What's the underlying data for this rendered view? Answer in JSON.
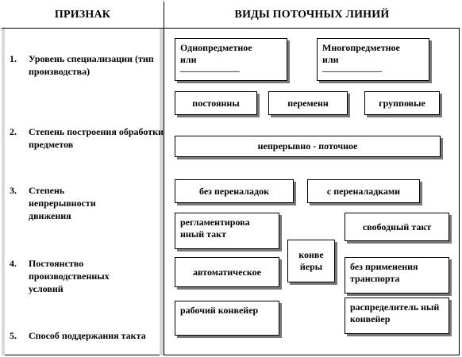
{
  "header": {
    "left": "ПРИЗНАК",
    "right": "ВИДЫ ПОТОЧНЫХ ЛИНИЙ"
  },
  "criteria": [
    {
      "num": "1.",
      "text": "Уровень специализации (тип производства)"
    },
    {
      "num": "2.",
      "text": "Степень построения обработки предметов"
    },
    {
      "num": "3.",
      "text": "Степень непрерывности движения"
    },
    {
      "num": "4.",
      "text": "Постоянство производственных условий"
    },
    {
      "num": "5.",
      "text": "Способ поддержания такта"
    }
  ],
  "boxes": {
    "single_subject": {
      "line1": "Однопредметное",
      "line2": "или",
      "dash": "_______________"
    },
    "multi_subject": {
      "line1": "Многопредметное",
      "line2": "или",
      "dash": "_______________"
    },
    "permanent": "постоянны",
    "variable": "переменн",
    "group": "групповые",
    "continuous": "непрерывно - поточное",
    "no_readjust": "без переналадок",
    "with_readjust": "с переналадками",
    "regulated_takt": "регламентирова нный такт",
    "free_takt": "свободный такт",
    "conveyors": "конве йеры",
    "automatic": "автоматическое",
    "no_transport": "без применения транспорта",
    "working_conveyor": "рабочий конвейер",
    "distributing_conveyor": "распределитель ный конвейер"
  }
}
